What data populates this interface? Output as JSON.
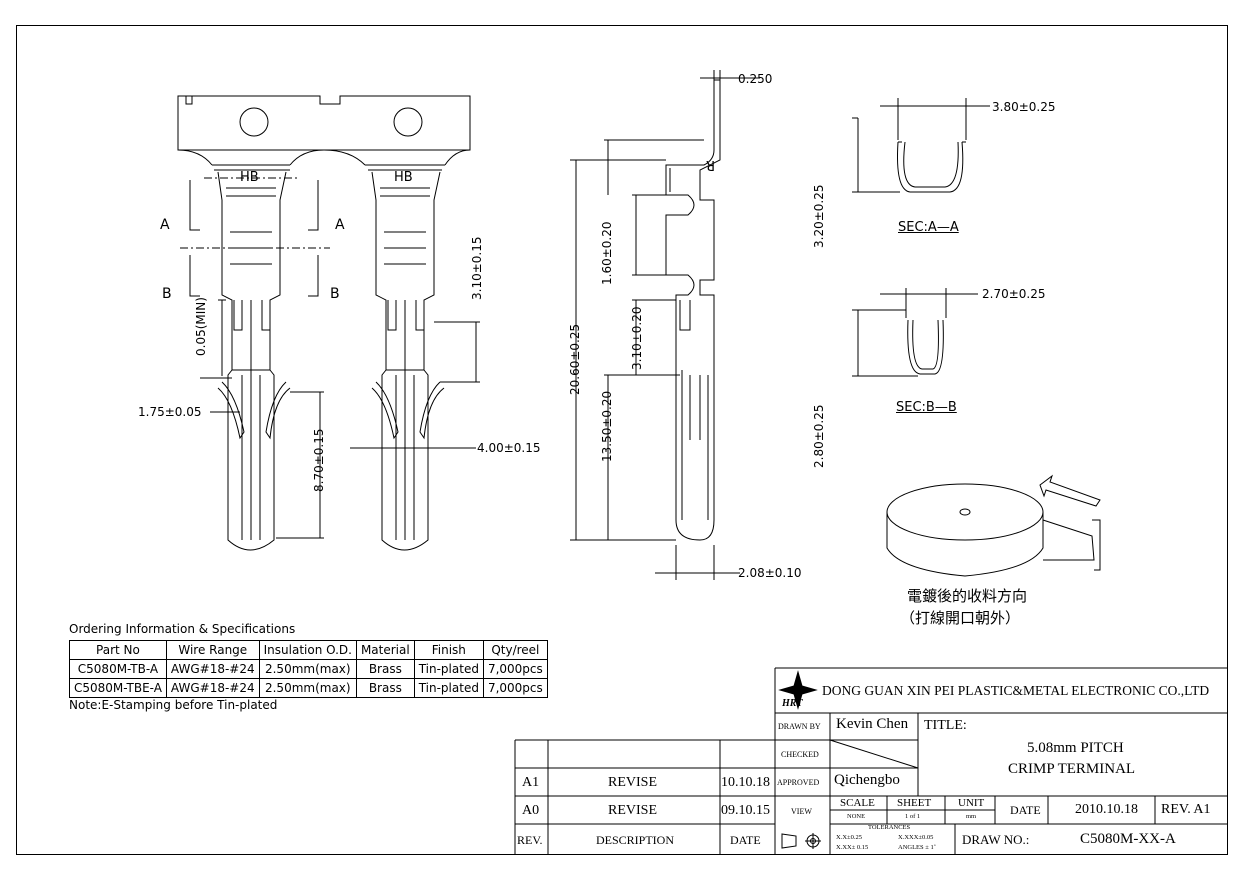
{
  "dimensions": {
    "d_0250": "0.250",
    "d_380": "3.80±0.25",
    "d_270": "2.70±0.25",
    "d_320": "3.20±0.25",
    "d_280": "2.80±0.25",
    "d_160": "1.60±0.20",
    "d_310_mid": "3.10±0.20",
    "d_2060": "20.60±0.25",
    "d_1350": "13.50±0.20",
    "d_208": "2.08±0.10",
    "d_310": "3.10±0.15",
    "d_400": "4.00±0.15",
    "d_870": "8.70±0.15",
    "d_175": "1.75±0.05",
    "d_005": "0.05(MIN)"
  },
  "labels": {
    "a_left": "A",
    "a_right": "A",
    "b_left": "B",
    "b_right": "B",
    "sec_aa": "SEC:A—A",
    "sec_bb": "SEC:B—B",
    "mark": "HB",
    "r_mark": "R",
    "reel_note_1": "電鍍後的收料方向",
    "reel_note_2": "（打線開口朝外）"
  },
  "ordering": {
    "title": "Ordering Information & Specifications",
    "headers": [
      "Part No",
      "Wire Range",
      "Insulation O.D.",
      "Material",
      "Finish",
      "Qty/reel"
    ],
    "rows": [
      [
        "C5080M-TB-A",
        "AWG#18-#24",
        "2.50mm(max)",
        "Brass",
        "Tin-plated",
        "7,000pcs"
      ],
      [
        "C5080M-TBE-A",
        "AWG#18-#24",
        "2.50mm(max)",
        "Brass",
        "Tin-plated",
        "7,000pcs"
      ]
    ],
    "note": "Note:E-Stamping before Tin-plated"
  },
  "title_block": {
    "logo": "HRT",
    "company": "DONG GUAN XIN PEI PLASTIC&METAL ELECTRONIC CO.,LTD",
    "drawn_by_label": "DRAWN BY",
    "drawn_by": "Kevin Chen",
    "checked_label": "CHECKED",
    "approved_label": "APPROVED",
    "approved_by": "Qichengbo",
    "view_label": "VIEW",
    "title_label": "TITLE:",
    "title_line1": "5.08mm PITCH",
    "title_line2": "CRIMP TERMINAL",
    "scale_label": "SCALE",
    "scale_value": "NONE",
    "sheet_label": "SHEET",
    "sheet_value": "1 of 1",
    "unit_label": "UNIT",
    "unit_value": "mm",
    "date_label": "DATE",
    "date_value": "2010.10.18",
    "rev_label": "REV. A1",
    "tolerances_label": "TOLERANCES",
    "tol_1": "X.X±0.25",
    "tol_2": "X.XX± 0.15",
    "tol_3": "X.XXX±0.05",
    "tol_4": "ANGLES ± 1˚",
    "draw_no_label": "DRAW NO.:",
    "draw_no": "C5080M-XX-A"
  },
  "revisions": {
    "rows": [
      {
        "rev": "A1",
        "desc": "REVISE",
        "date": "10.10.18"
      },
      {
        "rev": "A0",
        "desc": "REVISE",
        "date": "09.10.15"
      }
    ],
    "header": {
      "rev": "REV.",
      "desc": "DESCRIPTION",
      "date": "DATE"
    }
  }
}
